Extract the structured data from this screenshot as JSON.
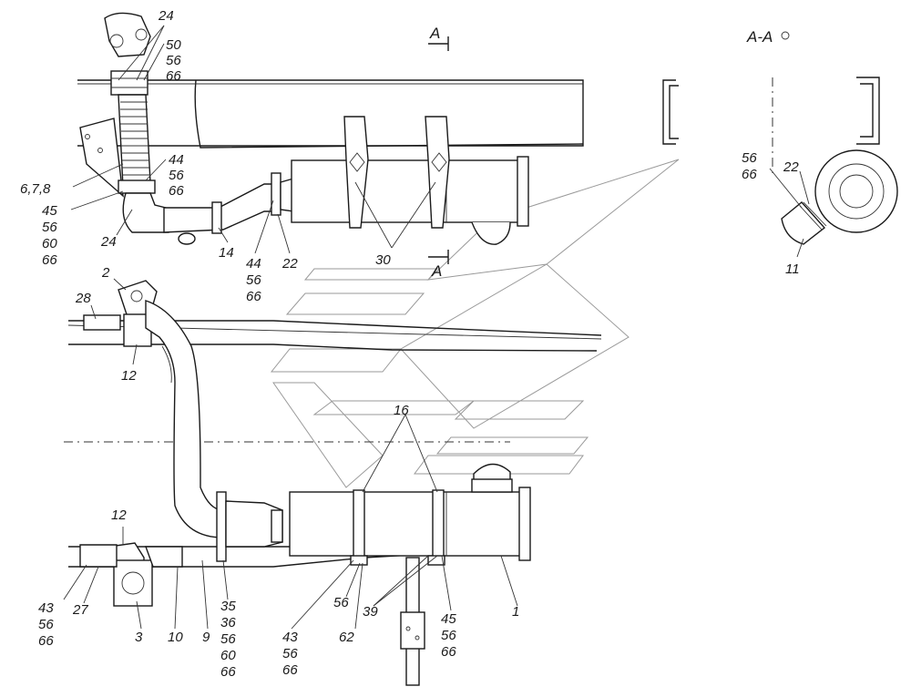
{
  "view_top": {
    "section_mark_top": "A",
    "section_mark_bottom": "A",
    "labels": {
      "l24a": "24",
      "l50": "50",
      "l56a": "56",
      "l66a": "66",
      "l44a": "44",
      "l56b": "56",
      "l66b": "66",
      "l678": "6,7,8",
      "l45": "45",
      "l56c": "56",
      "l60": "60",
      "l66c": "66",
      "l24b": "24",
      "l14": "14",
      "l44b": "44",
      "l56d": "56",
      "l66d": "66",
      "l22": "22",
      "l30": "30"
    }
  },
  "view_section": {
    "title": "A-A",
    "labels": {
      "l56": "56",
      "l66": "66",
      "l22": "22",
      "l11": "11"
    }
  },
  "view_bottom": {
    "labels": {
      "l2": "2",
      "l28": "28",
      "l12a": "12",
      "l16": "16",
      "l12b": "12",
      "l43a": "43",
      "l56a": "56",
      "l66a": "66",
      "l27": "27",
      "l3": "3",
      "l10": "10",
      "l9": "9",
      "l35": "35",
      "l36": "36",
      "l56b": "56",
      "l60": "60",
      "l66b": "66",
      "l43b": "43",
      "l56c": "56",
      "l66c": "66",
      "l56d": "56",
      "l62": "62",
      "l39": "39",
      "l45": "45",
      "l56e": "56",
      "l66e": "66",
      "l1": "1"
    }
  }
}
